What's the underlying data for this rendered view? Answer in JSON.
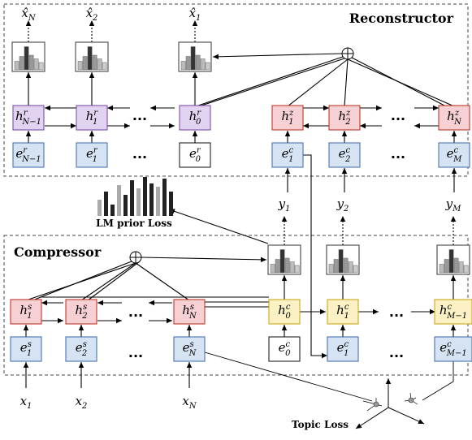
{
  "reconstructor": {
    "title": "Reconstructor",
    "outputs": [
      {
        "base": "x̂",
        "sub": "N"
      },
      {
        "base": "x̂",
        "sub": "2"
      },
      {
        "base": "x̂",
        "sub": "1"
      }
    ],
    "hidden_r": [
      {
        "base": "h",
        "sup": "r",
        "sub": "N−1"
      },
      {
        "base": "h",
        "sup": "r",
        "sub": "1"
      },
      {
        "base": "h",
        "sup": "r",
        "sub": "0"
      }
    ],
    "embed_r": [
      {
        "base": "e",
        "sup": "r",
        "sub": "N−1"
      },
      {
        "base": "e",
        "sup": "r",
        "sub": "1"
      },
      {
        "base": "e",
        "sup": "r",
        "sub": "0"
      }
    ],
    "hidden_z": [
      {
        "base": "h",
        "sup": "z",
        "sub": "1"
      },
      {
        "base": "h",
        "sup": "z",
        "sub": "2"
      },
      {
        "base": "h",
        "sup": "z",
        "sub": "N"
      }
    ],
    "embed_c": [
      {
        "base": "e",
        "sup": "c",
        "sub": "1"
      },
      {
        "base": "e",
        "sup": "c",
        "sub": "2"
      },
      {
        "base": "e",
        "sup": "c",
        "sub": "M"
      }
    ]
  },
  "middle": {
    "y": [
      {
        "base": "y",
        "sub": "1"
      },
      {
        "base": "y",
        "sub": "2"
      },
      {
        "base": "y",
        "sub": "M"
      }
    ],
    "lm_loss": "LM prior Loss"
  },
  "compressor": {
    "title": "Compressor",
    "hidden_s": [
      {
        "base": "h",
        "sup": "s",
        "sub": "1"
      },
      {
        "base": "h",
        "sup": "s",
        "sub": "2"
      },
      {
        "base": "h",
        "sup": "s",
        "sub": "N"
      }
    ],
    "embed_s": [
      {
        "base": "e",
        "sup": "s",
        "sub": "1"
      },
      {
        "base": "e",
        "sup": "s",
        "sub": "2"
      },
      {
        "base": "e",
        "sup": "s",
        "sub": "N"
      }
    ],
    "hidden_c": [
      {
        "base": "h",
        "sup": "c",
        "sub": "0"
      },
      {
        "base": "h",
        "sup": "c",
        "sub": "1"
      },
      {
        "base": "h",
        "sup": "c",
        "sub": "M−1"
      }
    ],
    "embed_c": [
      {
        "base": "e",
        "sup": "c",
        "sub": "0"
      },
      {
        "base": "e",
        "sup": "c",
        "sub": "1"
      },
      {
        "base": "e",
        "sup": "c",
        "sub": "M−1"
      }
    ],
    "inputs": [
      {
        "base": "x",
        "sub": "1"
      },
      {
        "base": "x",
        "sub": "2"
      },
      {
        "base": "x",
        "sub": "N"
      }
    ]
  },
  "topic_loss": "Topic Loss",
  "ellipsis": "...",
  "colors": {
    "red_fill": "#f6d0d3",
    "red_stroke": "#c0392b",
    "purple_fill": "#e2d3f0",
    "purple_stroke": "#7d4fa8",
    "blue_fill": "#d6e3f3",
    "blue_stroke": "#4a74b0",
    "yellow_fill": "#fbf1c4",
    "yellow_stroke": "#c9a81a",
    "white_fill": "#ffffff",
    "black_stroke": "#222222"
  }
}
